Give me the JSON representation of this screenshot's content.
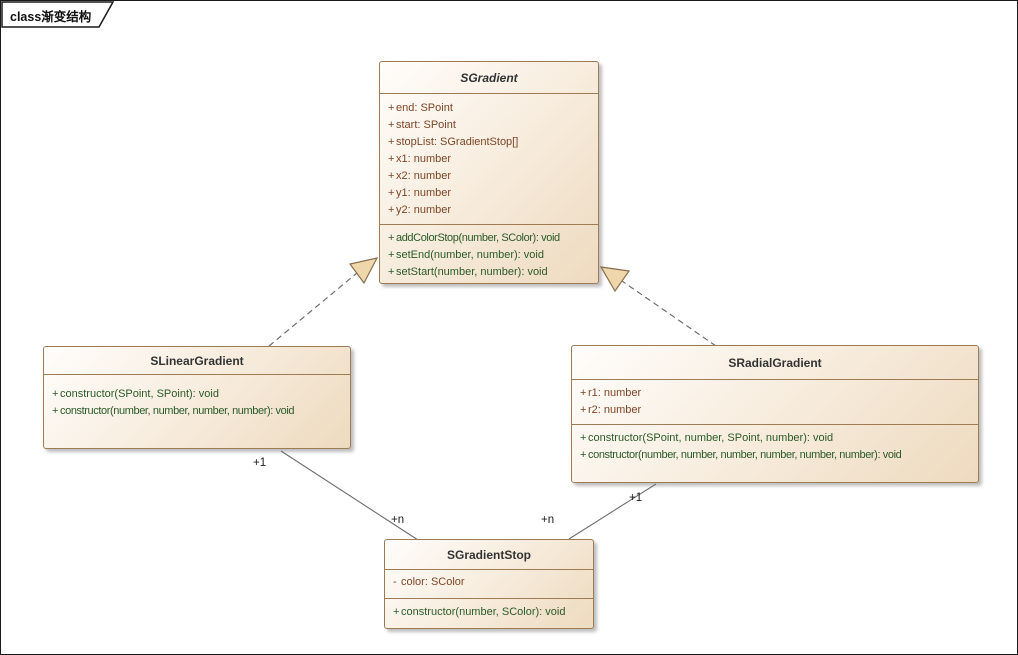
{
  "frame": {
    "title": "class渐变结构"
  },
  "diagram": {
    "classes": {
      "sgradient": {
        "name": "SGradient",
        "attributes": [
          {
            "vis": "+",
            "text": "end: SPoint"
          },
          {
            "vis": "+",
            "text": "start: SPoint"
          },
          {
            "vis": "+",
            "text": "stopList: SGradientStop[]"
          },
          {
            "vis": "+",
            "text": "x1: number"
          },
          {
            "vis": "+",
            "text": "x2: number"
          },
          {
            "vis": "+",
            "text": "y1: number"
          },
          {
            "vis": "+",
            "text": "y2: number"
          }
        ],
        "methods": [
          {
            "vis": "+",
            "text": "addColorStop(number, SColor): void"
          },
          {
            "vis": "+",
            "text": "setEnd(number, number): void"
          },
          {
            "vis": "+",
            "text": "setStart(number, number): void"
          }
        ]
      },
      "slinear": {
        "name": "SLinearGradient",
        "methods": [
          {
            "vis": "+",
            "text": "constructor(SPoint, SPoint): void"
          },
          {
            "vis": "+",
            "text": "constructor(number, number, number, number): void"
          }
        ]
      },
      "sradial": {
        "name": "SRadialGradient",
        "attributes": [
          {
            "vis": "+",
            "text": "r1: number"
          },
          {
            "vis": "+",
            "text": "r2: number"
          }
        ],
        "methods": [
          {
            "vis": "+",
            "text": "constructor(SPoint, number, SPoint, number): void"
          },
          {
            "vis": "+",
            "text": "constructor(number, number, number, number, number, number): void"
          }
        ]
      },
      "sstop": {
        "name": "SGradientStop",
        "attributes": [
          {
            "vis": "-",
            "text": "color: SColor"
          }
        ],
        "methods": [
          {
            "vis": "+",
            "text": "constructor(number, SColor): void"
          }
        ]
      }
    },
    "relations": {
      "linear_to_stop": {
        "source_mult": "+1",
        "target_mult": "+n"
      },
      "radial_to_stop": {
        "source_mult": "+1",
        "target_mult": "+n"
      }
    }
  },
  "colors": {
    "attribute_text": "#7d4527",
    "method_text": "#2a5a28",
    "box_border": "#9c7b55",
    "box_fill_light": "#fffdfb",
    "box_fill_dark": "#eedabf",
    "connector": "#6e6e6e",
    "triangle_fill": "#f0d7ab"
  }
}
